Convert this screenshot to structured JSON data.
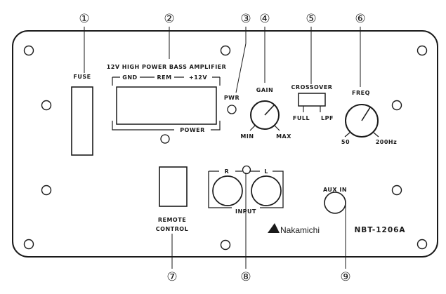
{
  "callouts": [
    "①",
    "②",
    "③",
    "④",
    "⑤",
    "⑥",
    "⑦",
    "⑧",
    "⑨"
  ],
  "labels": {
    "fuse": "FUSE",
    "amp_title": "12V HIGH POWER BASS AMPLIFIER",
    "gnd": "GND",
    "rem": "REM",
    "plus12v": "+12V",
    "power": "POWER",
    "pwr": "PWR",
    "gain": "GAIN",
    "gain_min": "MIN",
    "gain_max": "MAX",
    "crossover": "CROSSOVER",
    "full": "FULL",
    "lpf": "LPF",
    "freq": "FREQ",
    "freq_low": "50",
    "freq_high": "200Hz",
    "input_r": "R",
    "input_l": "L",
    "input": "INPUT",
    "remote_line1": "REMOTE",
    "remote_line2": "CONTROL",
    "aux_in": "AUX IN",
    "brand": "Nakamichi",
    "model": "NBT-1206A"
  },
  "colors": {
    "ink": "#1a1a1a",
    "background": "#ffffff"
  }
}
